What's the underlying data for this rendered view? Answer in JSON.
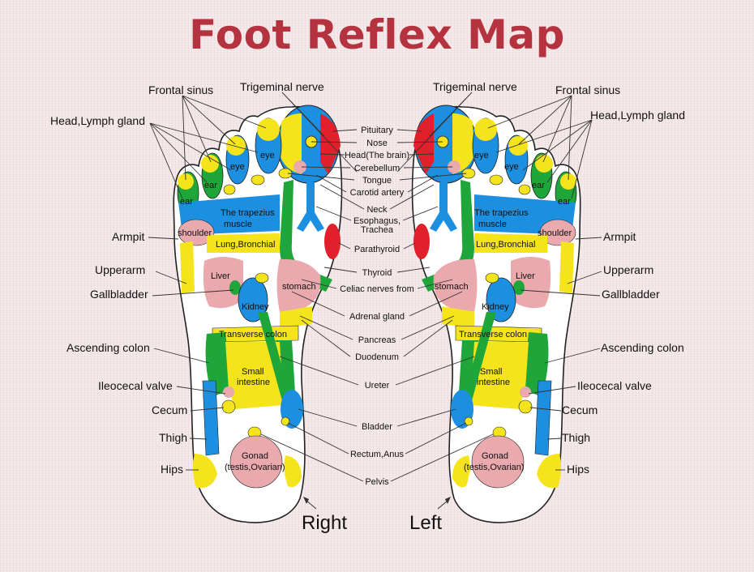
{
  "title": "Foot Reflex Map",
  "feet": {
    "right": "Right",
    "left": "Left"
  },
  "side_labels": {
    "frontal_sinus": "Frontal sinus",
    "head_lymph": "Head,Lymph gland",
    "armpit": "Armpit",
    "upperarm": "Upperarm",
    "gallbladder": "Gallbladder",
    "ascending_colon": "Ascending colon",
    "ileocecal_valve": "Ileocecal valve",
    "cecum": "Cecum",
    "thigh": "Thigh",
    "hips": "Hips",
    "trigeminal": "Trigeminal nerve"
  },
  "center_labels": {
    "pituitary": "Pituitary",
    "nose": "Nose",
    "head_brain": "Head(The brain)",
    "cerebellum": "Cerebellum",
    "tongue": "Tongue",
    "carotid": "Carotid artery",
    "neck": "Neck",
    "esophagus": "Esophagus,",
    "trachea": "Trachea",
    "parathyroid": "Parathyroid",
    "thyroid": "Thyroid",
    "celiac": "Celiac nerves from",
    "adrenal": "Adrenal gland",
    "pancreas": "Pancreas",
    "duodenum": "Duodenum",
    "ureter": "Ureter",
    "bladder": "Bladder",
    "rectum": "Rectum,Anus",
    "pelvis": "Pelvis"
  },
  "zones": {
    "eye": "eye",
    "ear": "ear",
    "trapezius_1": "The trapezius",
    "trapezius_2": "muscle",
    "shoulder": "shoulder",
    "lung": "Lung,Bronchial",
    "liver": "Liver",
    "stomach": "stomach",
    "kidney": "Kidney",
    "transverse": "Transverse colon",
    "small_1": "Small",
    "small_2": "intestine",
    "gonad_1": "Gonad",
    "gonad_2": "(testis,Ovarian)"
  },
  "colors": {
    "title": "#b5323f",
    "yellow": "#f5e31c",
    "green": "#1fa63a",
    "blue": "#1c8fe0",
    "pink": "#e9a9ad",
    "red": "#e0202a",
    "outline": "#222222"
  }
}
